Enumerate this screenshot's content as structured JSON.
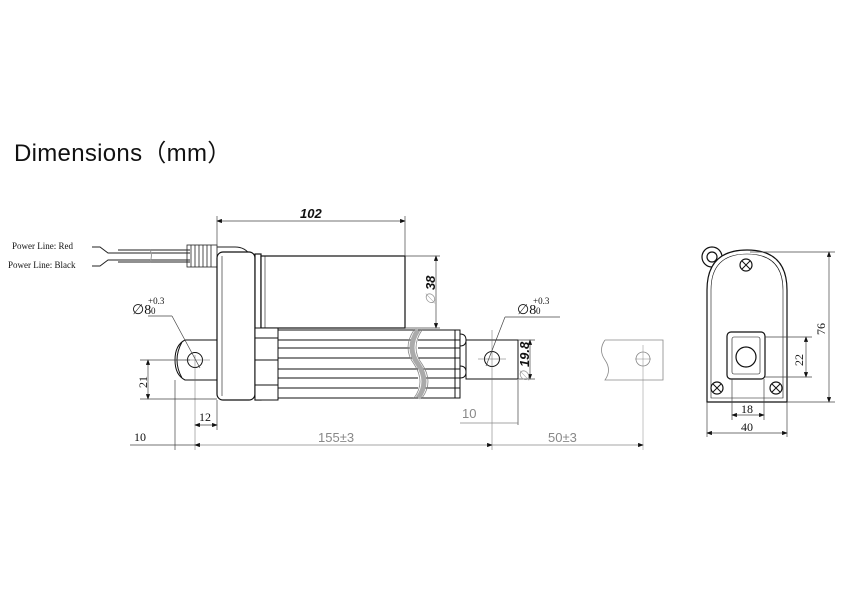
{
  "title": "Dimensions（mm）",
  "units": "mm",
  "wires": {
    "red_label": "Power Line: Red",
    "black_label": "Power Line: Black"
  },
  "side_view": {
    "motor_length": "102",
    "motor_diameter": "38",
    "motor_diameter_symbol": "∅",
    "rear_hole_diameter": "∅8",
    "rear_hole_tol_upper": "+0.3",
    "rear_hole_tol_lower": "0",
    "front_hole_diameter": "∅8",
    "front_hole_tol_upper": "+0.3",
    "front_hole_tol_lower": "0",
    "rod_diameter": "19.8",
    "rear_clevis_height": "21",
    "rear_clevis_offset": "12",
    "rear_end_to_hole": "10",
    "front_end_to_hole": "10",
    "retracted_length": "155±3",
    "stroke": "50±3"
  },
  "end_view": {
    "height": "76",
    "width": "40",
    "mount_width": "18",
    "mount_height": "22"
  },
  "colors": {
    "line": "#111111",
    "dim_line": "#555555",
    "gray_text": "#888888"
  }
}
